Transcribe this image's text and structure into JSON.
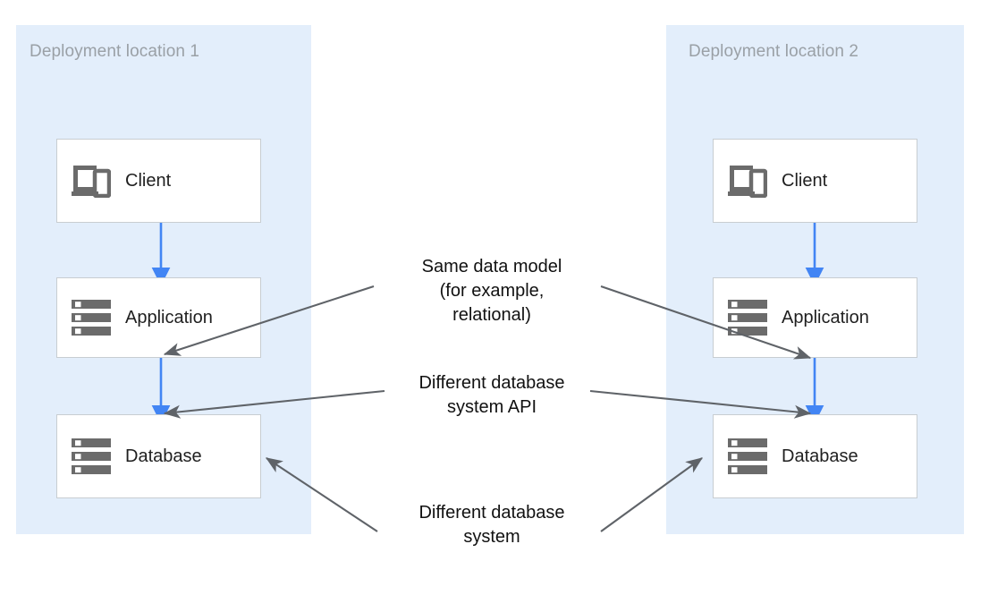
{
  "diagram": {
    "type": "architecture-diagram",
    "background": "#ffffff",
    "zone_color": "#e3eefb",
    "flow_arrow_color": "#4285f4",
    "annotation_arrow_color": "#5f6368",
    "node_border_color": "#c8cdd1",
    "zone_label_color": "#9aa0a6",
    "zones": [
      {
        "id": "zone1",
        "label": "Deployment location 1",
        "nodes": [
          {
            "id": "client1",
            "label": "Client",
            "icon": "devices-icon"
          },
          {
            "id": "app1",
            "label": "Application",
            "icon": "server-icon"
          },
          {
            "id": "db1",
            "label": "Database",
            "icon": "server-icon"
          }
        ]
      },
      {
        "id": "zone2",
        "label": "Deployment location 2",
        "nodes": [
          {
            "id": "client2",
            "label": "Client",
            "icon": "devices-icon"
          },
          {
            "id": "app2",
            "label": "Application",
            "icon": "server-icon"
          },
          {
            "id": "db2",
            "label": "Database",
            "icon": "server-icon"
          }
        ]
      }
    ],
    "annotations": [
      {
        "id": "ann-data-model",
        "text": "Same data model\n(for example,\nrelational)",
        "targets": [
          "app1",
          "app2"
        ]
      },
      {
        "id": "ann-db-api",
        "text": "Different database\nsystem API",
        "targets": [
          "db1",
          "db2"
        ]
      },
      {
        "id": "ann-db-system",
        "text": "Different database\nsystem",
        "targets": [
          "db1",
          "db2"
        ]
      }
    ]
  }
}
